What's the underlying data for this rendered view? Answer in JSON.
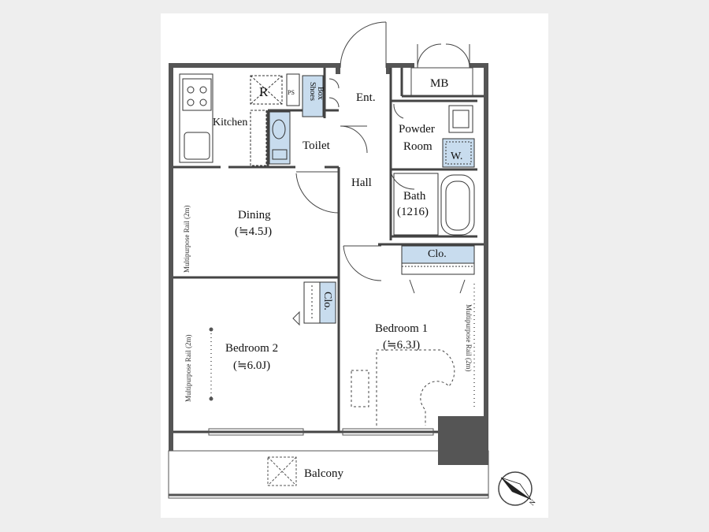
{
  "rooms": {
    "mb": "MB",
    "ent": "Ent.",
    "r": "R",
    "ps": "PS",
    "shoes_box_line1": "Shoes",
    "shoes_box_line2": "Box",
    "kitchen": "Kitchen",
    "toilet": "Toilet",
    "powder_line1": "Powder",
    "powder_line2": "Room",
    "washer": "W.",
    "hall": "Hall",
    "bath": "Bath",
    "bath_size": "(1216)",
    "dining": "Dining",
    "dining_size": "(≒4.5J)",
    "clo_bedroom1": "Clo.",
    "clo_bedroom2": "Clo.",
    "bedroom1": "Bedroom 1",
    "bedroom1_size": "(≒6.3J)",
    "bedroom2": "Bedroom 2",
    "bedroom2_size": "(≒6.0J)",
    "balcony": "Balcony"
  },
  "rails": {
    "dining_rail": "Multipurpose Rail (2m)",
    "bedroom2_rail": "Multipurpose Rail (2m)",
    "bedroom1_rail": "Multipurpose Rail (2m)"
  },
  "compass": {
    "north": "N"
  },
  "colors": {
    "wall": "#555555",
    "fixture_fill": "#c8dcee",
    "fixture_stroke": "#333333",
    "column": "#555555"
  }
}
